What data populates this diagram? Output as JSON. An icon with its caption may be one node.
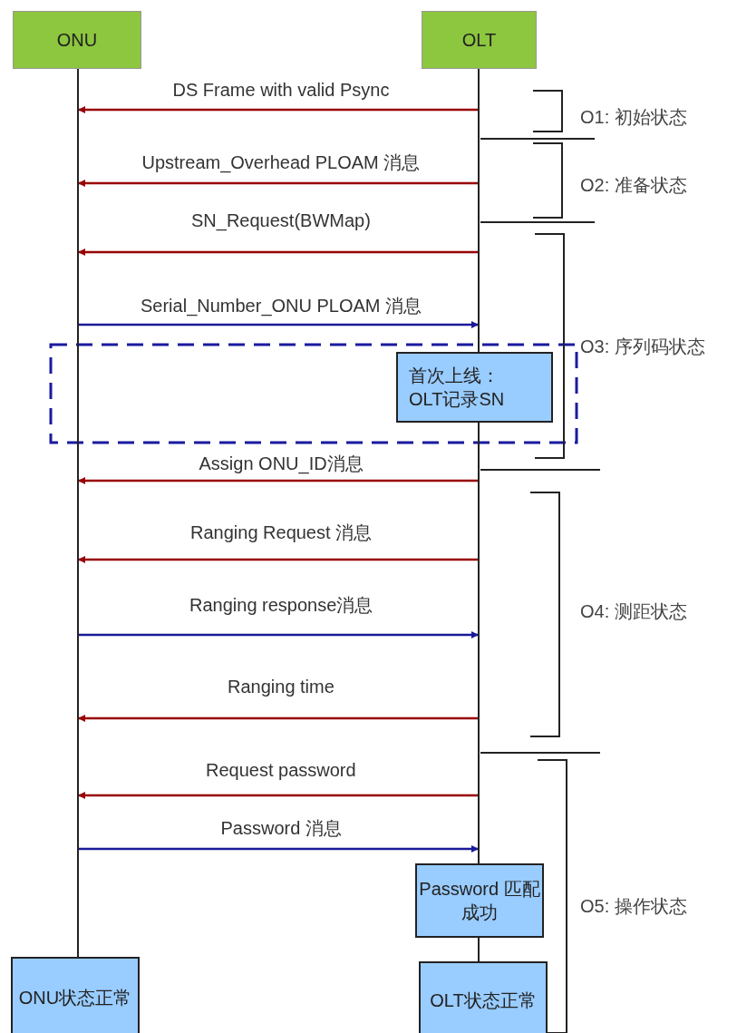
{
  "diagram": {
    "nodes": [
      {
        "text": [
          "ONU"
        ]
      },
      {
        "text": [
          "OLT"
        ]
      },
      {
        "text": [
          "首次上线：",
          "OLT记录SN"
        ]
      },
      {
        "text": [
          "Password 匹配成功"
        ]
      },
      {
        "text": [
          "ONU状态正常"
        ]
      },
      {
        "text": [
          "OLT状态正常"
        ]
      }
    ],
    "edges": [
      {
        "from": 1,
        "to": 0,
        "arrow": "to",
        "label": "DS Frame with valid Psync"
      },
      {
        "from": 1,
        "to": 0,
        "arrow": "to",
        "label": "Upstream_Overhead PLOAM 消息"
      },
      {
        "from": 1,
        "to": 0,
        "arrow": "to",
        "label": "SN_Request(BWMap)"
      },
      {
        "from": 0,
        "to": 1,
        "arrow": "to",
        "label": "Serial_Number_ONU PLOAM 消息",
        "color": "#1a1a99"
      },
      {
        "from": 1,
        "to": 0,
        "arrow": "to",
        "label": "Assign ONU_ID消息"
      },
      {
        "from": 1,
        "to": 0,
        "arrow": "to",
        "label": "Ranging Request 消息"
      },
      {
        "from": 0,
        "to": 1,
        "arrow": "to",
        "label": "Ranging response消息",
        "color": "#1a1a99"
      },
      {
        "from": 1,
        "to": 0,
        "arrow": "to",
        "label": "Ranging time"
      },
      {
        "from": 1,
        "to": 0,
        "arrow": "to",
        "label": "Request password"
      },
      {
        "from": 0,
        "to": 1,
        "arrow": "to",
        "label": "Password 消息",
        "color": "#1a1a99"
      }
    ],
    "labels": [
      "O1: 初始状态",
      "O2: 准备状态",
      "O3: 序列码状态",
      "O4: 测距状态",
      "O5: 操作状态"
    ]
  }
}
